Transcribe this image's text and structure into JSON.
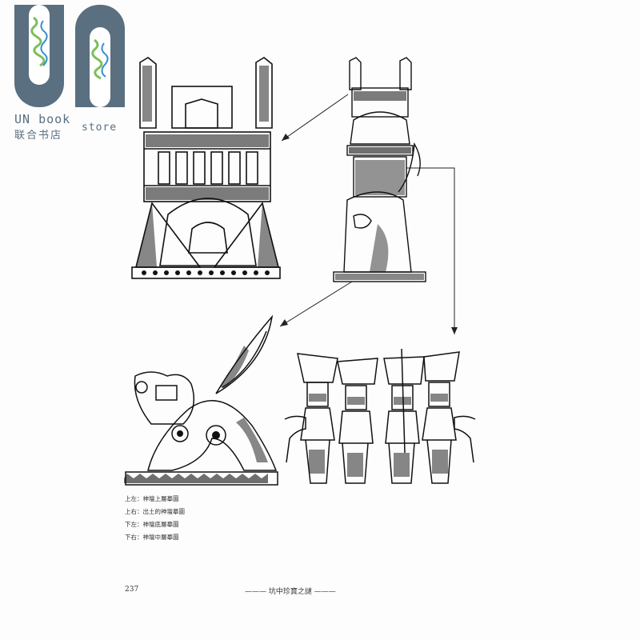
{
  "logo": {
    "brand": "UN book",
    "store_word": "store",
    "chinese": "联合书店",
    "colors": {
      "primary": "#5a6f80",
      "accent_green": "#7bbf5a",
      "accent_blue": "#3a8fd0"
    }
  },
  "captions": [
    "上左：神壇上層摹圖",
    "上右：出土的神壇摹圖",
    "下左：神壇底層摹圖",
    "下右：神壇中層摹圖"
  ],
  "footer": {
    "page_number": "237",
    "running_title": "——— 坑中珍寶之謎 ———"
  }
}
